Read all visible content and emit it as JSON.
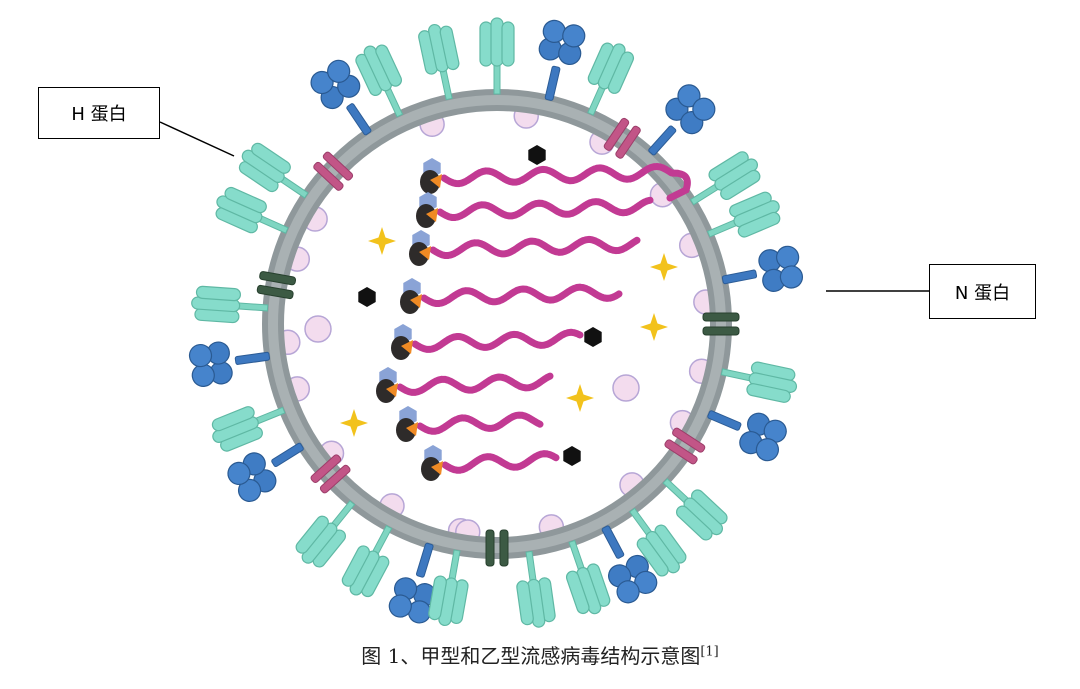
{
  "labels": {
    "h_protein": "H 蛋白",
    "n_protein": "N 蛋白"
  },
  "caption": {
    "text": "图 1、甲型和乙型流感病毒结构示意图",
    "ref": "[1]"
  },
  "colors": {
    "membrane": "#9aa3a6",
    "hemagglutinin": "#7fd6c2",
    "neuraminidase": "#3d78c0",
    "m2_channel": "#c25587",
    "m1_dark": "#3c5a44",
    "vesicle": "#f3dcee",
    "rna": "#c23a93",
    "star": "#f2c21c",
    "hexagon": "#111111"
  }
}
